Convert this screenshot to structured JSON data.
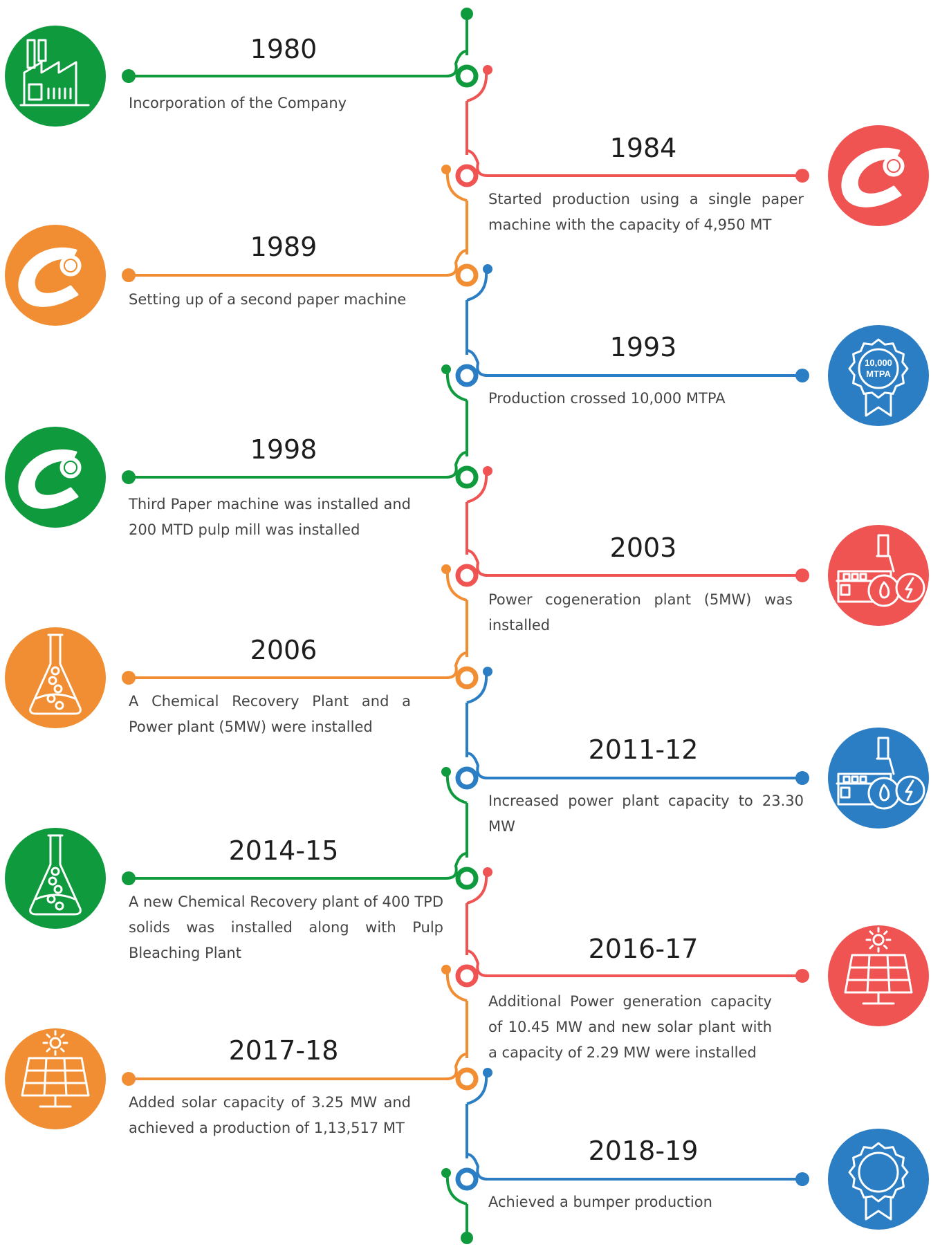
{
  "colors": {
    "green": "#0f9a3e",
    "red": "#ef5453",
    "orange": "#f18e33",
    "blue": "#2b7ec3"
  },
  "events": [
    {
      "year": "1980",
      "description": "Incorporation of the Company",
      "side": "left",
      "color": "green",
      "icon": "factory-icon"
    },
    {
      "year": "1984",
      "description": "Started production using a single paper machine with the capacity of 4,950 MT",
      "side": "right",
      "color": "red",
      "icon": "paper-roll-logo-icon"
    },
    {
      "year": "1989",
      "description": "Setting up of a second paper machine",
      "side": "left",
      "color": "orange",
      "icon": "paper-roll-logo-icon"
    },
    {
      "year": "1993",
      "description": "Production crossed 10,000 MTPA",
      "side": "right",
      "color": "blue",
      "icon": "award-badge-icon",
      "badge_text": [
        "10,000",
        "MTPA"
      ]
    },
    {
      "year": "1998",
      "description": "Third Paper machine was installed and 200 MTD pulp mill was installed",
      "side": "left",
      "color": "green",
      "icon": "paper-roll-logo-icon"
    },
    {
      "year": "2003",
      "description": "Power cogeneration plant (5MW) was installed",
      "side": "right",
      "color": "red",
      "icon": "power-plant-icon"
    },
    {
      "year": "2006",
      "description": "A Chemical Recovery Plant and a Power plant (5MW) were installed",
      "side": "left",
      "color": "orange",
      "icon": "flask-icon"
    },
    {
      "year": "2011-12",
      "description": "Increased power plant capacity to 23.30 MW",
      "side": "right",
      "color": "blue",
      "icon": "power-plant-icon"
    },
    {
      "year": "2014-15",
      "description": "A new Chemical Recovery plant of 400 TPD solids was installed along with Pulp Bleaching Plant",
      "side": "left",
      "color": "green",
      "icon": "flask-icon"
    },
    {
      "year": "2016-17",
      "description": "Additional Power generation capacity of 10.45 MW and new solar plant with a capacity of 2.29 MW were installed",
      "side": "right",
      "color": "red",
      "icon": "solar-panel-icon"
    },
    {
      "year": "2017-18",
      "description": "Added solar capacity of 3.25 MW and achieved a production of 1,13,517 MT",
      "side": "left",
      "color": "orange",
      "icon": "solar-panel-icon"
    },
    {
      "year": "2018-19",
      "description": "Achieved a bumper production",
      "side": "right",
      "color": "blue",
      "icon": "award-badge-icon"
    }
  ]
}
